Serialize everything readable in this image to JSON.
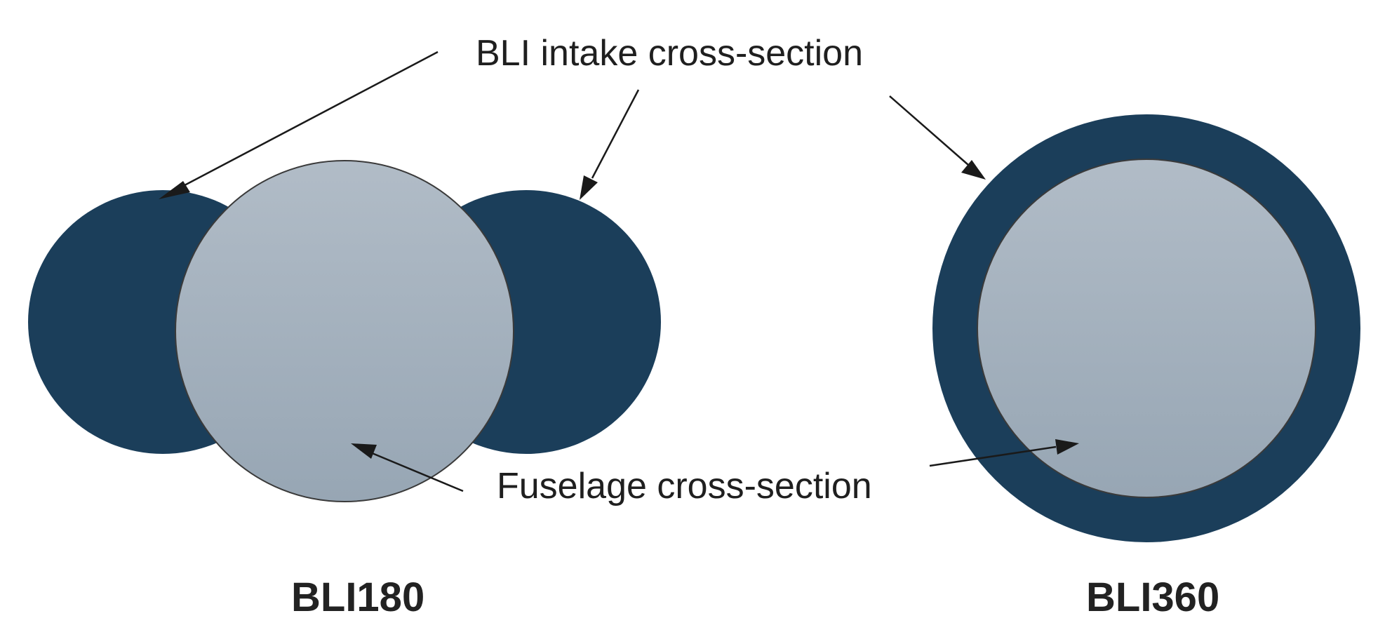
{
  "labels": {
    "intake": "BLI intake cross-section",
    "fuselage": "Fuselage cross-section",
    "config_left": "BLI180",
    "config_right": "BLI360"
  },
  "colors": {
    "intake": "#1b3e5a",
    "fuselage_top": "#b1bcc7",
    "fuselage_bottom": "#97a6b4",
    "fuselage_stroke": "#3a3a3a",
    "arrow": "#1a1a1a"
  }
}
